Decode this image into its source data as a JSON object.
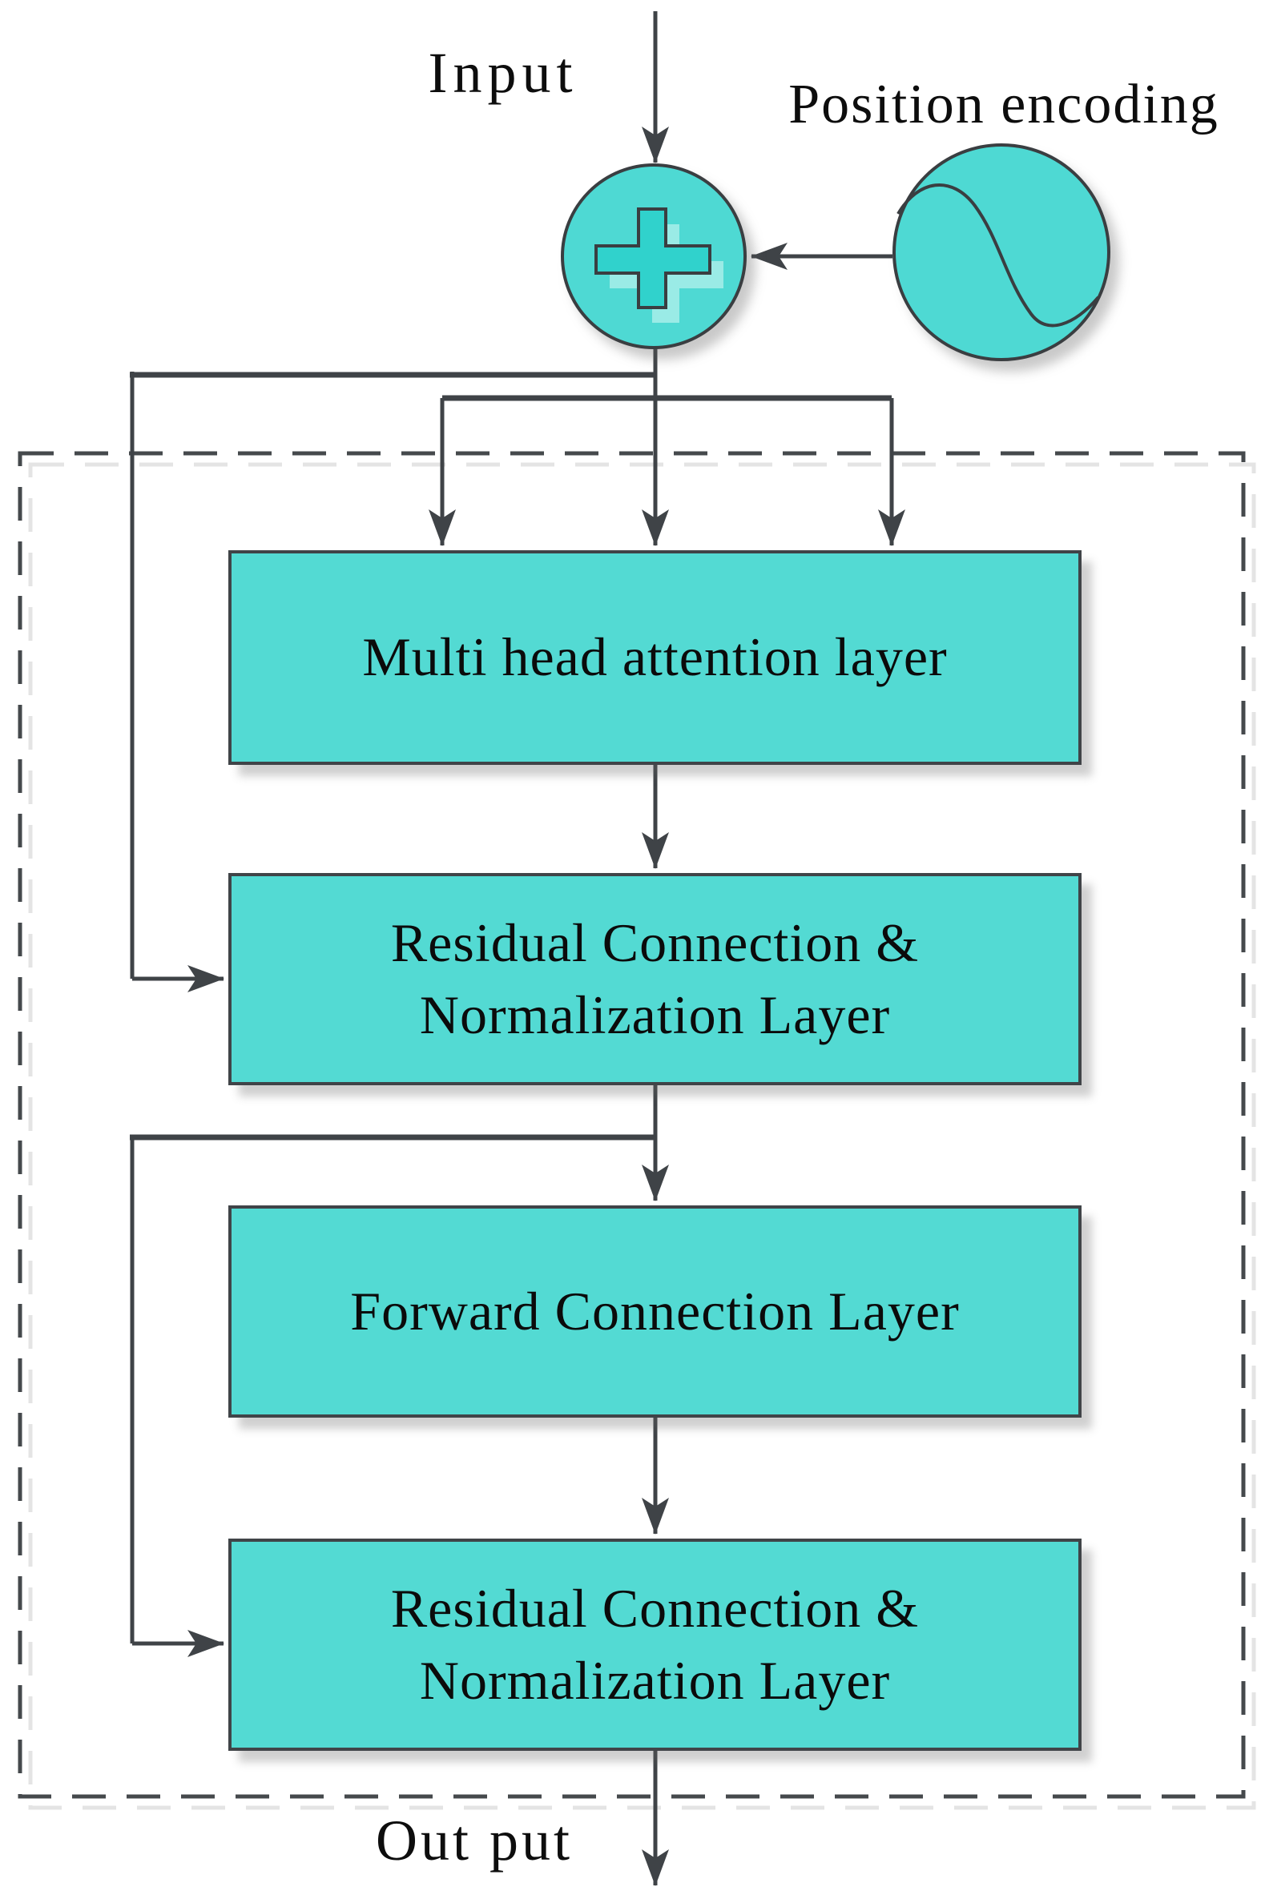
{
  "figure": {
    "input_label": "Input",
    "position_encoding_label": "Position encoding",
    "output_label": "Out put"
  },
  "nodes": {
    "multi_head_attention": {
      "lines": [
        "Multi head attention layer"
      ]
    },
    "residual_norm_1": {
      "lines": [
        "Residual Connection &",
        "Normalization Layer"
      ]
    },
    "forward_connection": {
      "lines": [
        "Forward Connection Layer"
      ]
    },
    "residual_norm_2": {
      "lines": [
        "Residual Connection &",
        "Normalization Layer"
      ]
    }
  },
  "icons": {
    "sum": "plus-in-circle",
    "position_encoding": "sine-wave-in-circle"
  },
  "colors": {
    "node_fill": "#53dad3",
    "circle_fill": "#4ed9d3",
    "plus_fill": "#30d2cc",
    "plus_halo": "#a3ece8",
    "line": "#3f4347",
    "dashed_border": "#45494c",
    "text": "#0b0b0b",
    "background": "#ffffff"
  }
}
